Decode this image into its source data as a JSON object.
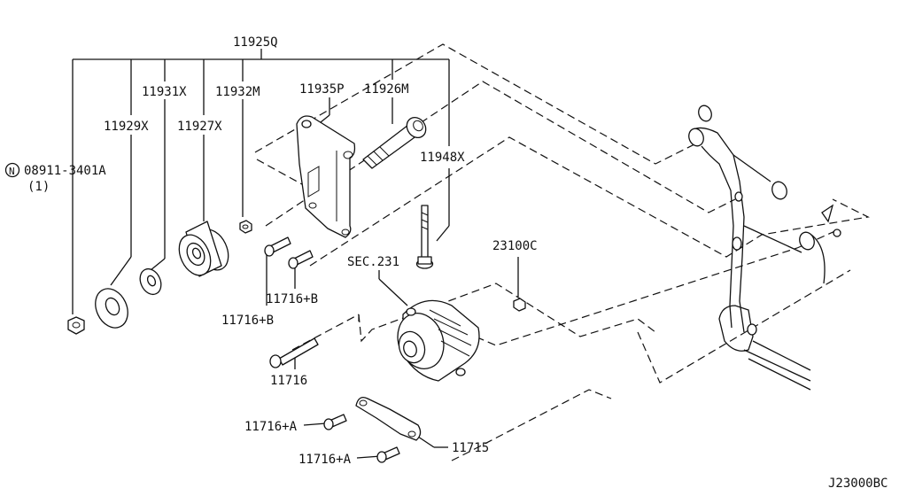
{
  "diagram_id": "J23000BC",
  "callouts": {
    "c11925q": "11925Q",
    "c11931x": "11931X",
    "c11932m": "11932M",
    "c11935p": "11935P",
    "c11926m": "11926M",
    "c11929x": "11929X",
    "c11927x": "11927X",
    "c11948x": "11948X",
    "c08911": "08911-3401A",
    "c08911_qty": "(1)",
    "c08911_marker": "N",
    "csec231": "SEC.231",
    "c23100c": "23100C",
    "c11716b_a": "11716+B",
    "c11716b_b": "11716+B",
    "c11716": "11716",
    "c11716a_a": "11716+A",
    "c11716a_b": "11716+A",
    "c11715": "11715"
  }
}
